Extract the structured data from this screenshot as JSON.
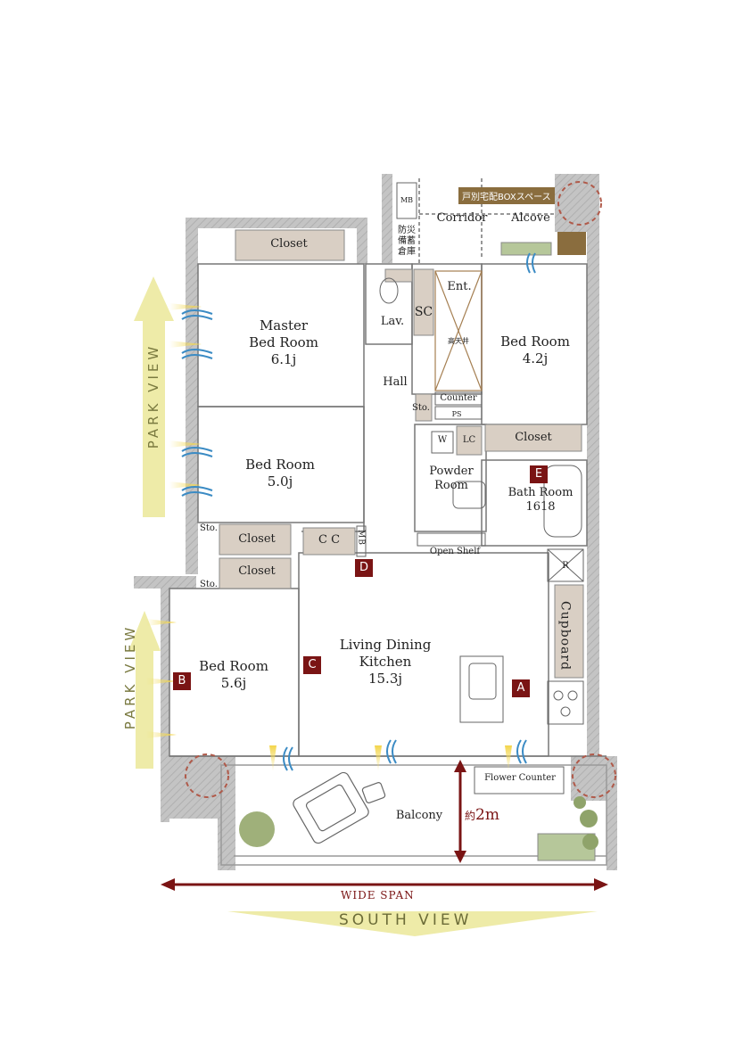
{
  "rooms": {
    "master_bedroom": {
      "name_line1": "Master",
      "name_line2": "Bed Room",
      "size": "6.1j"
    },
    "bedroom_middle": {
      "name": "Bed Room",
      "size": "5.0j"
    },
    "bedroom_left": {
      "name": "Bed Room",
      "size": "5.6j"
    },
    "bedroom_right": {
      "name": "Bed Room",
      "size": "4.2j"
    },
    "ldk": {
      "name_line1": "Living Dining",
      "name_line2": "Kitchen",
      "size": "15.3j"
    },
    "bathroom": {
      "name": "Bath Room",
      "size": "1618"
    },
    "powder_room": {
      "name_line1": "Powder",
      "name_line2": "Room"
    },
    "balcony": "Balcony",
    "corridor": "Corridor",
    "alcove": "Alcove",
    "entrance": "Ent.",
    "lavatory": "Lav.",
    "hall": "Hall"
  },
  "storage": {
    "closet": "Closet",
    "sto": "Sto.",
    "cc": "C C",
    "mb": "MB",
    "sc": "SC",
    "w": "W",
    "lc": "LC",
    "counter": "Counter",
    "ps": "PS",
    "open_shelf": "Open Shelf",
    "cupboard": "Cupboard",
    "refrigerator": "R",
    "flower_counter": "Flower Counter",
    "high_ceiling": "高天井",
    "disaster_storage": [
      "防災",
      "備蓄",
      "倉庫"
    ]
  },
  "badges": {
    "delivery_box": "戸別宅配BOXスペース"
  },
  "markers": [
    "A",
    "B",
    "C",
    "D",
    "E"
  ],
  "views": {
    "park_view": "PARK VIEW",
    "south_view": "SOUTH VIEW",
    "wide_span": "WIDE SPAN"
  },
  "dimension": {
    "prefix": "約",
    "value": "2m"
  },
  "colors": {
    "wall": "#b9b9b9",
    "storage_fill": "#d9cfc4",
    "marker": "#7a1414",
    "accent_arrow": "#7a1414",
    "view_arrow": "#eeeba8",
    "view_text": "#7a7a40",
    "badge": "#8a6d3e",
    "plant": "#8fa36a",
    "light": "#f2d44a",
    "wind": "#3b8bc4"
  }
}
